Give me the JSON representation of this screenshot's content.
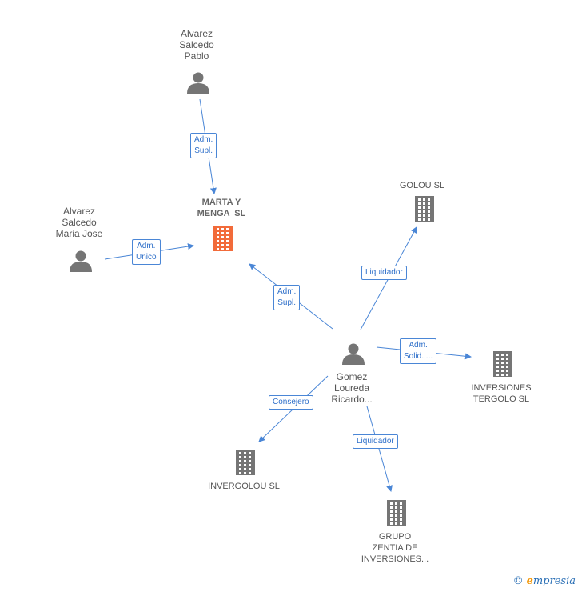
{
  "nodes": [
    {
      "id": "alvarez-pablo",
      "type": "person",
      "label_lines": [
        "Alvarez",
        "Salcedo",
        "Pablo"
      ]
    },
    {
      "id": "alvarez-maria",
      "type": "person",
      "label_lines": [
        "Alvarez",
        "Salcedo",
        "Maria Jose"
      ]
    },
    {
      "id": "marta-menga",
      "type": "company",
      "focus": true,
      "label_lines": [
        "MARTA Y",
        "MENGA  SL"
      ]
    },
    {
      "id": "golou",
      "type": "company",
      "label_lines": [
        "GOLOU SL"
      ]
    },
    {
      "id": "gomez",
      "type": "person",
      "label_lines": [
        "Gomez",
        "Loureda",
        "Ricardo..."
      ]
    },
    {
      "id": "inversiones-tergolo",
      "type": "company",
      "label_lines": [
        "INVERSIONES",
        "TERGOLO SL"
      ]
    },
    {
      "id": "invergolou",
      "type": "company",
      "label_lines": [
        "INVERGOLOU SL"
      ]
    },
    {
      "id": "grupo-zentia",
      "type": "company",
      "label_lines": [
        "GRUPO",
        "ZENTIA DE",
        "INVERSIONES..."
      ]
    }
  ],
  "edges": [
    {
      "from": "alvarez-pablo",
      "to": "marta-menga",
      "label_lines": [
        "Adm.",
        "Supl."
      ]
    },
    {
      "from": "alvarez-maria",
      "to": "marta-menga",
      "label_lines": [
        "Adm.",
        "Unico"
      ]
    },
    {
      "from": "gomez",
      "to": "marta-menga",
      "label_lines": [
        "Adm.",
        "Supl."
      ]
    },
    {
      "from": "gomez",
      "to": "golou",
      "label_lines": [
        "Liquidador"
      ]
    },
    {
      "from": "gomez",
      "to": "inversiones-tergolo",
      "label_lines": [
        "Adm.",
        "Solid.,..."
      ]
    },
    {
      "from": "gomez",
      "to": "invergolou",
      "label_lines": [
        "Consejero"
      ]
    },
    {
      "from": "gomez",
      "to": "grupo-zentia",
      "label_lines": [
        "Liquidador"
      ]
    }
  ],
  "colors": {
    "edge": "#4a86d6",
    "person_icon": "#757575",
    "company_icon": "#757575",
    "focus_company_icon": "#f26b3a"
  },
  "footer": {
    "copyright_symbol": "©",
    "brand_first_letter": "e",
    "brand_rest": "mpresia"
  }
}
